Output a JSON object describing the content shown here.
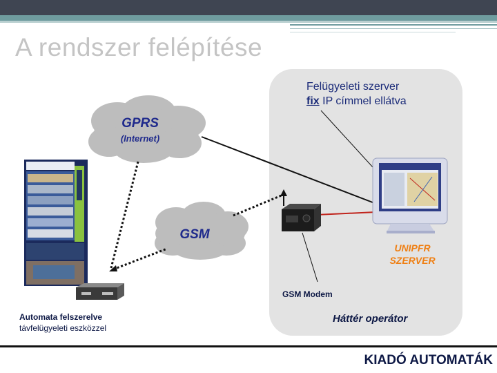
{
  "slide": {
    "title": "A rendszer felépítése",
    "footer_brand": "KIADÓ AUTOMATÁK"
  },
  "network": {
    "gprs_label": "GPRS",
    "gprs_sublabel": "(Internet)",
    "gsm_label": "GSM"
  },
  "operator": {
    "server_note_line1": "Felügyeleti szerver",
    "server_note_fix": "fix",
    "server_note_rest": " IP címmel ellátva",
    "server_name_line1": "UNIPFR",
    "server_name_line2": "SZERVER",
    "modem_label": "GSM Modem",
    "panel_label": "Háttér operátor"
  },
  "vending": {
    "label_line1": "Automata felszerelve",
    "label_line2": "távfelügyeleti eszközzel"
  },
  "colors": {
    "topbar": "#3f4552",
    "accent_teal": "#6f9c9f",
    "title_gray": "#c4c4c4",
    "network_blue": "#1f2a8c",
    "server_orange": "#ef7f13",
    "link_red": "#c0231b",
    "panel_gray": "#e3e3e3"
  }
}
